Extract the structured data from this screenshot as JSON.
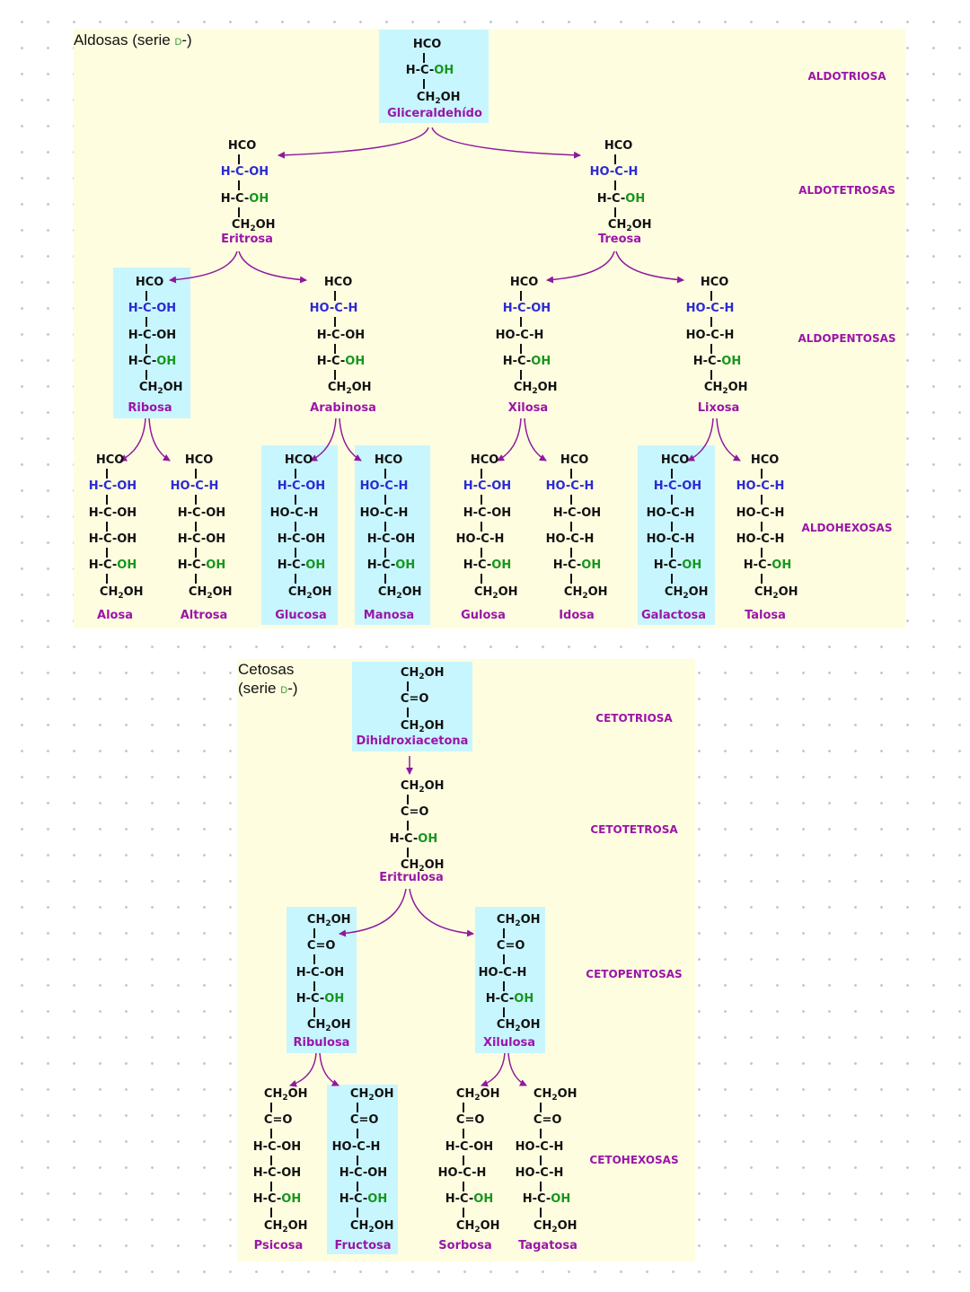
{
  "aldosas": {
    "title": "Aldosas (serie ",
    "serie": "D",
    "title_end": "-)",
    "levels": [
      "ALDOTRIOSA",
      "ALDOTETROSAS",
      "ALDOPENTOSAS",
      "ALDOHEXOSAS"
    ],
    "molecules": [
      {
        "id": "gliceraldehido",
        "name": "Gliceraldehído",
        "highlight": true,
        "lines": [
          [
            "HCO"
          ],
          [
            "H-C-",
            "OH"
          ],
          [
            "CH2OH"
          ]
        ]
      },
      {
        "id": "eritrosa",
        "name": "Eritrosa",
        "highlight": false,
        "lines": [
          [
            "HCO"
          ],
          [
            "H-C-OH"
          ],
          [
            "H-C-",
            "OH"
          ],
          [
            "CH2OH"
          ]
        ]
      },
      {
        "id": "treosa",
        "name": "Treosa",
        "highlight": false,
        "lines": [
          [
            "HCO"
          ],
          [
            "HO-C-H"
          ],
          [
            "H-C-",
            "OH"
          ],
          [
            "CH2OH"
          ]
        ]
      },
      {
        "id": "ribosa",
        "name": "Ribosa",
        "highlight": true,
        "lines": [
          [
            "HCO"
          ],
          [
            "H-C-OH"
          ],
          [
            "H-C-OH"
          ],
          [
            "H-C-",
            "OH"
          ],
          [
            "CH2OH"
          ]
        ]
      },
      {
        "id": "arabinosa",
        "name": "Arabinosa",
        "highlight": false,
        "lines": [
          [
            "HCO"
          ],
          [
            "HO-C-H"
          ],
          [
            "H-C-OH"
          ],
          [
            "H-C-",
            "OH"
          ],
          [
            "CH2OH"
          ]
        ]
      },
      {
        "id": "xilosa",
        "name": "Xilosa",
        "highlight": false,
        "lines": [
          [
            "HCO"
          ],
          [
            "H-C-OH"
          ],
          [
            "HO-C-H"
          ],
          [
            "H-C-",
            "OH"
          ],
          [
            "CH2OH"
          ]
        ]
      },
      {
        "id": "lixosa",
        "name": "Lixosa",
        "highlight": false,
        "lines": [
          [
            "HCO"
          ],
          [
            "HO-C-H"
          ],
          [
            "HO-C-H"
          ],
          [
            "H-C-",
            "OH"
          ],
          [
            "CH2OH"
          ]
        ]
      },
      {
        "id": "alosa",
        "name": "Alosa",
        "highlight": false,
        "lines": [
          [
            "HCO"
          ],
          [
            "H-C-OH"
          ],
          [
            "H-C-OH"
          ],
          [
            "H-C-OH"
          ],
          [
            "H-C-",
            "OH"
          ],
          [
            "CH2OH"
          ]
        ]
      },
      {
        "id": "altrosa",
        "name": "Altrosa",
        "highlight": false,
        "lines": [
          [
            "HCO"
          ],
          [
            "HO-C-H"
          ],
          [
            "H-C-OH"
          ],
          [
            "H-C-OH"
          ],
          [
            "H-C-",
            "OH"
          ],
          [
            "CH2OH"
          ]
        ]
      },
      {
        "id": "glucosa",
        "name": "Glucosa",
        "highlight": true,
        "lines": [
          [
            "HCO"
          ],
          [
            "H-C-OH"
          ],
          [
            "HO-C-H"
          ],
          [
            "H-C-OH"
          ],
          [
            "H-C-",
            "OH"
          ],
          [
            "CH2OH"
          ]
        ]
      },
      {
        "id": "manosa",
        "name": "Manosa",
        "highlight": true,
        "lines": [
          [
            "HCO"
          ],
          [
            "HO-C-H"
          ],
          [
            "HO-C-H"
          ],
          [
            "H-C-OH"
          ],
          [
            "H-C-",
            "OH"
          ],
          [
            "CH2OH"
          ]
        ]
      },
      {
        "id": "gulosa",
        "name": "Gulosa",
        "highlight": false,
        "lines": [
          [
            "HCO"
          ],
          [
            "H-C-OH"
          ],
          [
            "H-C-OH"
          ],
          [
            "HO-C-H"
          ],
          [
            "H-C-",
            "OH"
          ],
          [
            "CH2OH"
          ]
        ]
      },
      {
        "id": "idosa",
        "name": "Idosa",
        "highlight": false,
        "lines": [
          [
            "HCO"
          ],
          [
            "HO-C-H"
          ],
          [
            "H-C-OH"
          ],
          [
            "HO-C-H"
          ],
          [
            "H-C-",
            "OH"
          ],
          [
            "CH2OH"
          ]
        ]
      },
      {
        "id": "galactosa",
        "name": "Galactosa",
        "highlight": true,
        "lines": [
          [
            "HCO"
          ],
          [
            "H-C-OH"
          ],
          [
            "HO-C-H"
          ],
          [
            "HO-C-H"
          ],
          [
            "H-C-",
            "OH"
          ],
          [
            "CH2OH"
          ]
        ]
      },
      {
        "id": "talosa",
        "name": "Talosa",
        "highlight": false,
        "lines": [
          [
            "HCO"
          ],
          [
            "HO-C-H"
          ],
          [
            "HO-C-H"
          ],
          [
            "HO-C-H"
          ],
          [
            "H-C-",
            "OH"
          ],
          [
            "CH2OH"
          ]
        ]
      }
    ]
  },
  "cetosas": {
    "title_line1": "Cetosas",
    "title_line2": "(serie ",
    "serie": "D",
    "title_end": "-)",
    "levels": [
      "CETOTRIOSA",
      "CETOTETROSA",
      "CETOPENTOSAS",
      "CETOHEXOSAS"
    ],
    "molecules": [
      {
        "id": "dihidroxiacetona",
        "name": "Dihidroxiacetona",
        "highlight": true,
        "lines": [
          [
            "CH2OH"
          ],
          [
            "C=O"
          ],
          [
            "CH2OH"
          ]
        ]
      },
      {
        "id": "eritrulosa",
        "name": "Eritrulosa",
        "highlight": false,
        "lines": [
          [
            "CH2OH"
          ],
          [
            "C=O"
          ],
          [
            "H-C-",
            "OH"
          ],
          [
            "CH2OH"
          ]
        ]
      },
      {
        "id": "ribulosa",
        "name": "Ribulosa",
        "highlight": true,
        "lines": [
          [
            "CH2OH"
          ],
          [
            "C=O"
          ],
          [
            "H-C-OH"
          ],
          [
            "H-C-",
            "OH"
          ],
          [
            "CH2OH"
          ]
        ]
      },
      {
        "id": "xilulosa",
        "name": "Xilulosa",
        "highlight": true,
        "lines": [
          [
            "CH2OH"
          ],
          [
            "C=O"
          ],
          [
            "HO-C-H"
          ],
          [
            "H-C-",
            "OH"
          ],
          [
            "CH2OH"
          ]
        ]
      },
      {
        "id": "psicosa",
        "name": "Psicosa",
        "highlight": false,
        "lines": [
          [
            "CH2OH"
          ],
          [
            "C=O"
          ],
          [
            "H-C-OH"
          ],
          [
            "H-C-OH"
          ],
          [
            "H-C-",
            "OH"
          ],
          [
            "CH2OH"
          ]
        ]
      },
      {
        "id": "fructosa",
        "name": "Fructosa",
        "highlight": true,
        "lines": [
          [
            "CH2OH"
          ],
          [
            "C=O"
          ],
          [
            "HO-C-H"
          ],
          [
            "H-C-OH"
          ],
          [
            "H-C-",
            "OH"
          ],
          [
            "CH2OH"
          ]
        ]
      },
      {
        "id": "sorbosa",
        "name": "Sorbosa",
        "highlight": false,
        "lines": [
          [
            "CH2OH"
          ],
          [
            "C=O"
          ],
          [
            "H-C-OH"
          ],
          [
            "HO-C-H"
          ],
          [
            "H-C-",
            "OH"
          ],
          [
            "CH2OH"
          ]
        ]
      },
      {
        "id": "tagatosa",
        "name": "Tagatosa",
        "highlight": false,
        "lines": [
          [
            "CH2OH"
          ],
          [
            "C=O"
          ],
          [
            "HO-C-H"
          ],
          [
            "HO-C-H"
          ],
          [
            "H-C-",
            "OH"
          ],
          [
            "CH2OH"
          ]
        ]
      }
    ]
  },
  "colors": {
    "panel": "#fffde0",
    "highlight": "#c8f6ff",
    "name": "#9a16a8",
    "stereo": "#2b2bd2",
    "terminal_oh": "#16961e",
    "arrow": "#8e1a9c",
    "text": "#111111"
  }
}
